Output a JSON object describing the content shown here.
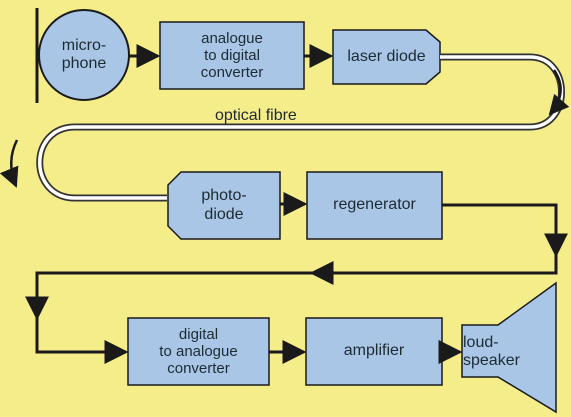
{
  "diagram": {
    "microphone": "micro-\nphone",
    "adc": "analogue\nto digital\nconverter",
    "laser_diode": "laser diode",
    "optical_fibre": "optical fibre",
    "photodiode": "photo-\ndiode",
    "regenerator": "regenerator",
    "dac": "digital\nto analogue\nconverter",
    "amplifier": "amplifier",
    "loudspeaker": "loud-\nspeaker"
  },
  "colors": {
    "background": "#f4ed8a",
    "box_fill": "#a9c6e6",
    "line": "#1a1a1a"
  }
}
